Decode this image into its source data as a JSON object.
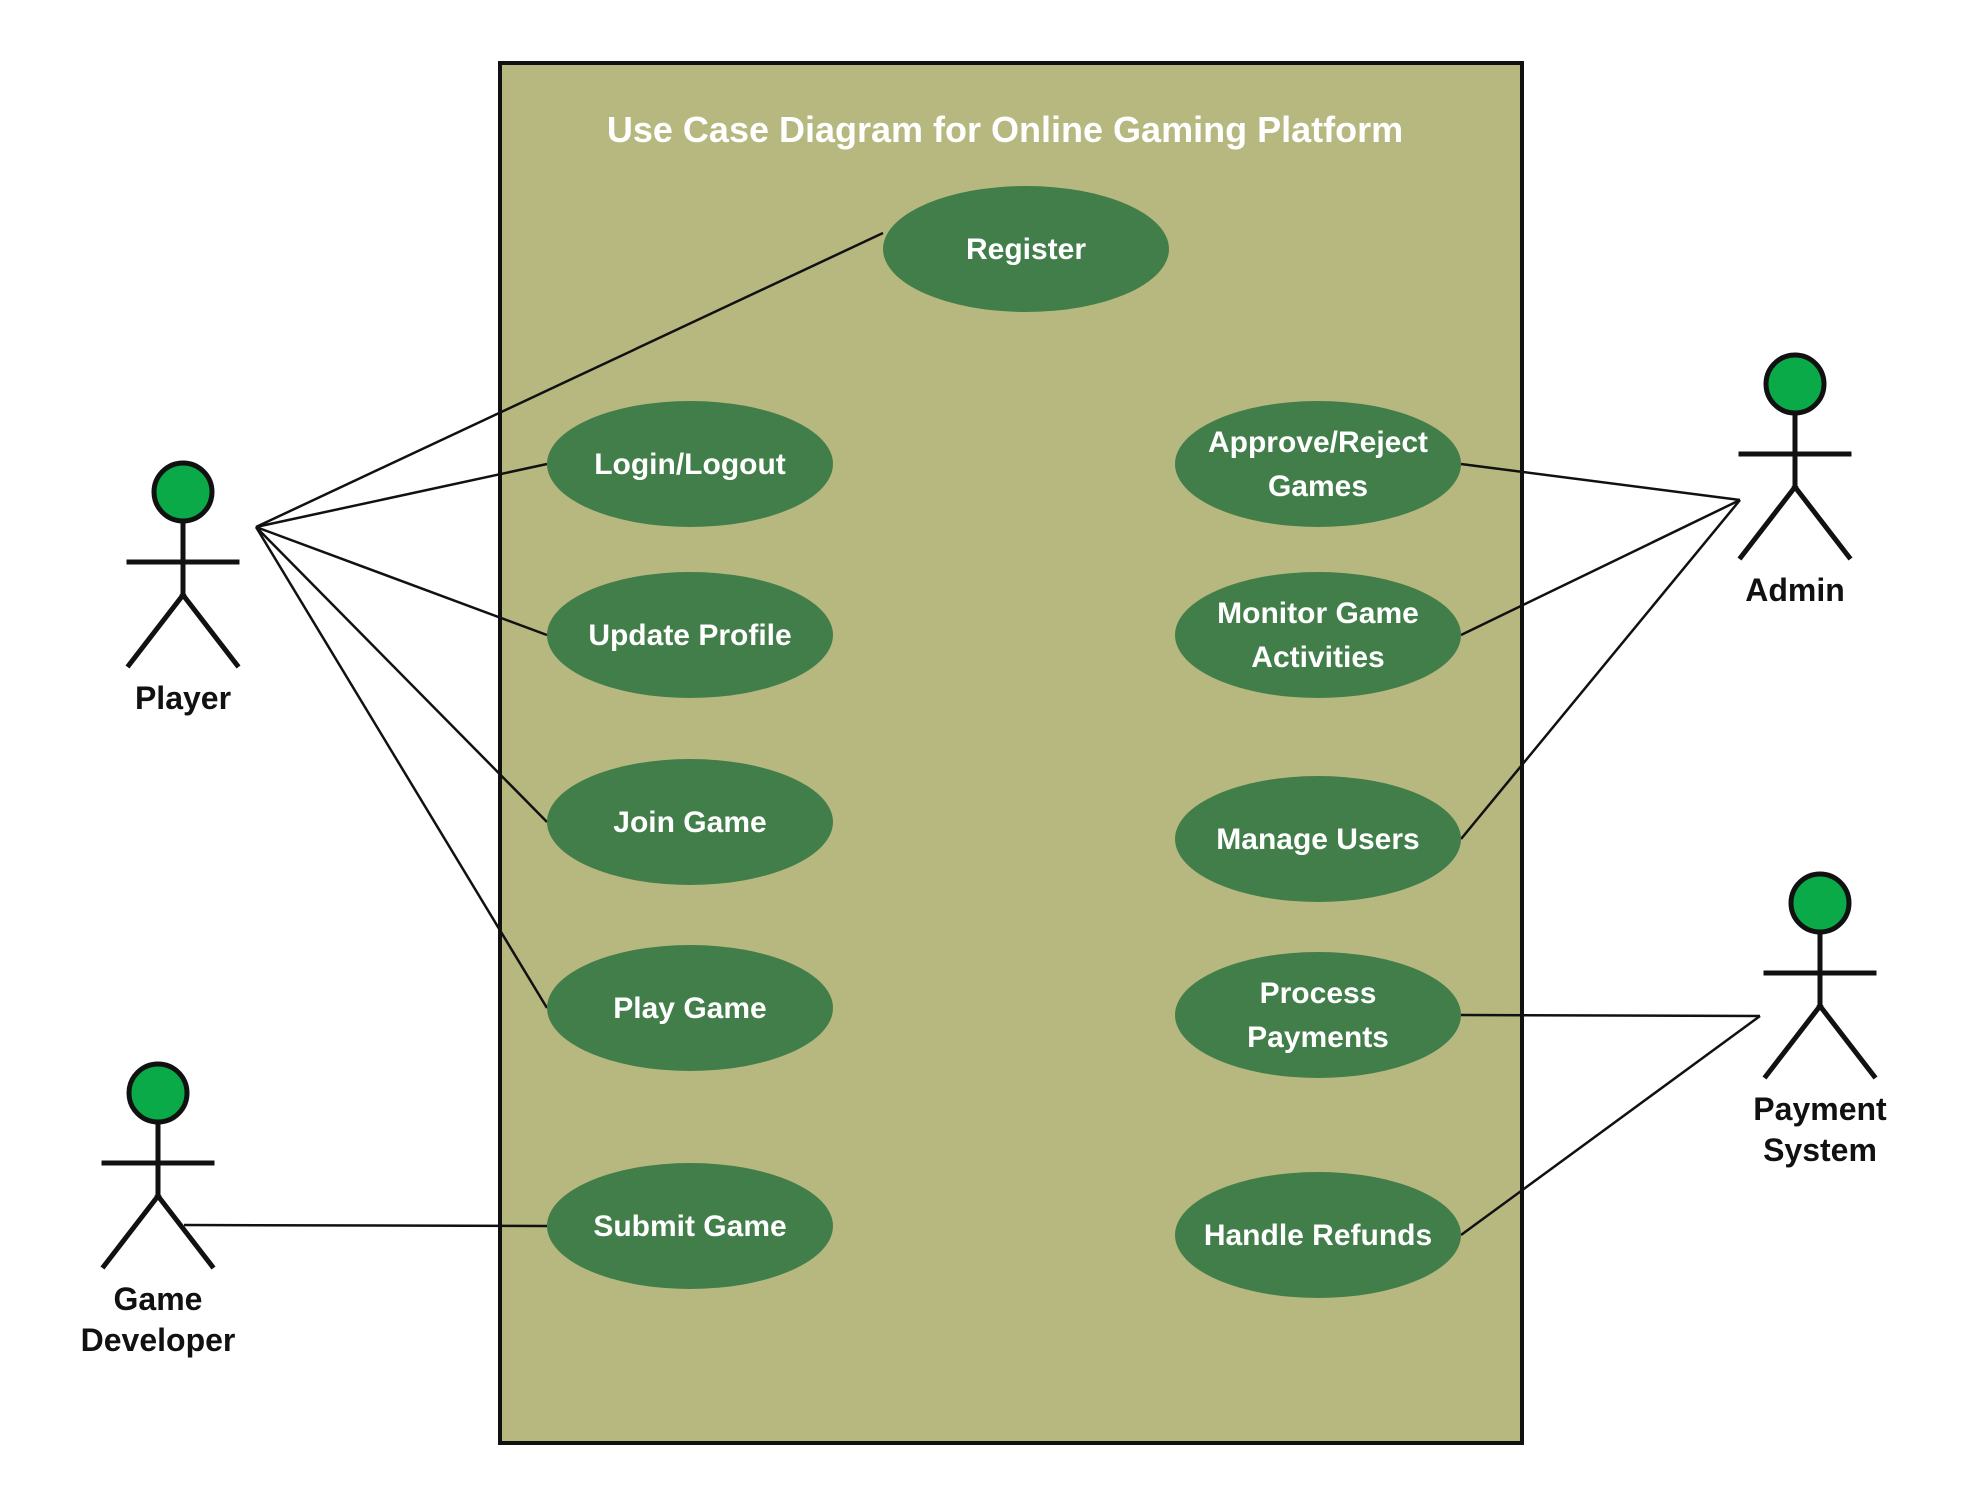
{
  "diagram": {
    "title": "Use Case Diagram for Online Gaming Platform",
    "colors": {
      "system_fill": "#b7b87f",
      "use_case_fill": "#427e4a",
      "actor_head": "#0aaa48",
      "line": "#111111"
    },
    "actors": {
      "player": {
        "label": [
          "Player"
        ]
      },
      "admin": {
        "label": [
          "Admin"
        ]
      },
      "game_developer": {
        "label": [
          "Game",
          "Developer"
        ]
      },
      "payment_system": {
        "label": [
          "Payment",
          "System"
        ]
      }
    },
    "use_cases": {
      "register": {
        "label": [
          "Register"
        ]
      },
      "login_logout": {
        "label": [
          "Login/Logout"
        ]
      },
      "update_profile": {
        "label": [
          "Update Profile"
        ]
      },
      "join_game": {
        "label": [
          "Join Game"
        ]
      },
      "play_game": {
        "label": [
          "Play Game"
        ]
      },
      "submit_game": {
        "label": [
          "Submit Game"
        ]
      },
      "approve_reject_games": {
        "label": [
          "Approve/Reject",
          "Games"
        ]
      },
      "monitor_game_activities": {
        "label": [
          "Monitor Game",
          "Activities"
        ]
      },
      "manage_users": {
        "label": [
          "Manage Users"
        ]
      },
      "process_payments": {
        "label": [
          "Process",
          "Payments"
        ]
      },
      "handle_refunds": {
        "label": [
          "Handle Refunds"
        ]
      }
    },
    "associations": [
      [
        "player",
        "register"
      ],
      [
        "player",
        "login_logout"
      ],
      [
        "player",
        "update_profile"
      ],
      [
        "player",
        "join_game"
      ],
      [
        "player",
        "play_game"
      ],
      [
        "game_developer",
        "submit_game"
      ],
      [
        "admin",
        "approve_reject_games"
      ],
      [
        "admin",
        "monitor_game_activities"
      ],
      [
        "admin",
        "manage_users"
      ],
      [
        "payment_system",
        "process_payments"
      ],
      [
        "payment_system",
        "handle_refunds"
      ]
    ]
  }
}
